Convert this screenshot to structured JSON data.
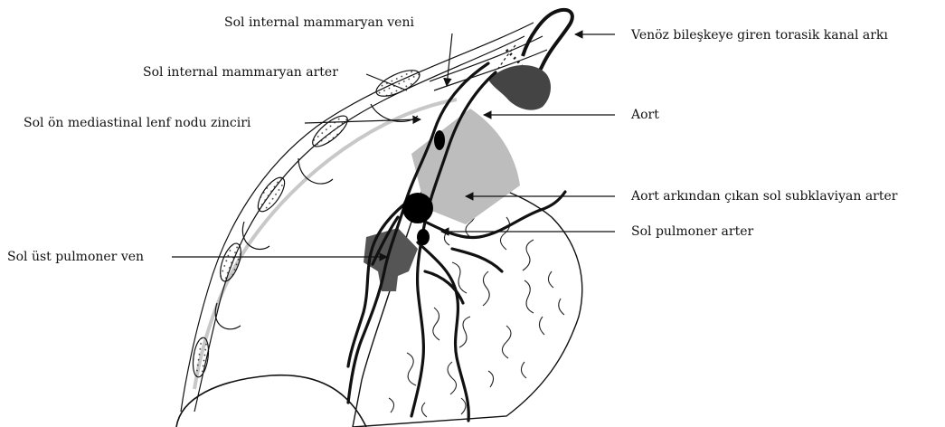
{
  "labels": {
    "internal_vein": "Sol internal mammaryan veni",
    "internal_artery": "Sol internal mammaryan arter",
    "lymph_chain": "Sol ön mediastinal lenf nodu zinciri",
    "upper_pulmonary_vein": "Sol üst pulmoner ven",
    "thoracic_duct_arch": "Venöz bileşkeye giren torasik kanal arkı",
    "aorta": "Aort",
    "subclavian_artery": "Aort arkından çıkan sol subklaviyan arter",
    "pulmonary_artery": "Sol pulmoner arter"
  },
  "colors": {
    "ink": "#111111",
    "aorta_fill": "#444444",
    "vein_fill": "#555555",
    "subclavian_region": "#bdbdbd",
    "node_fill": "#000000",
    "pleura_line": "#c8c8c8"
  }
}
